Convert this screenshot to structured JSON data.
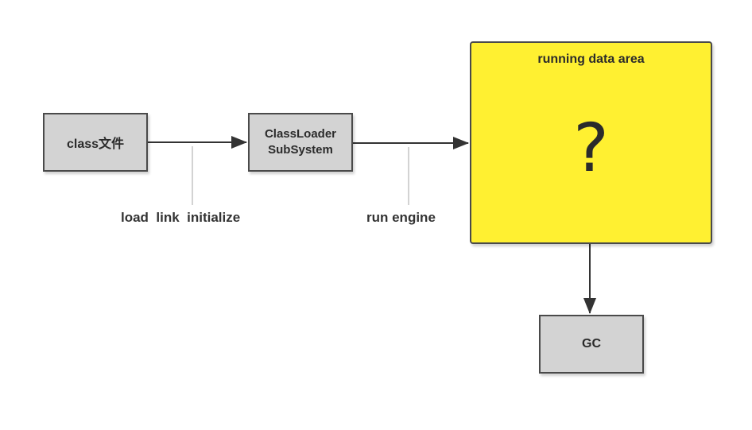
{
  "diagram": {
    "nodes": {
      "class_file": "class文件",
      "classloader_line1": "ClassLoader",
      "classloader_line2": "SubSystem",
      "running_area_title": "running data area",
      "running_area_mark": "?",
      "gc": "GC"
    },
    "edge_labels": {
      "load_link_initialize": "load  link  initialize",
      "run_engine": "run engine"
    },
    "colors": {
      "node_fill": "#d3d3d3",
      "area_fill": "#fff031",
      "stroke": "#4a4a4a"
    }
  }
}
